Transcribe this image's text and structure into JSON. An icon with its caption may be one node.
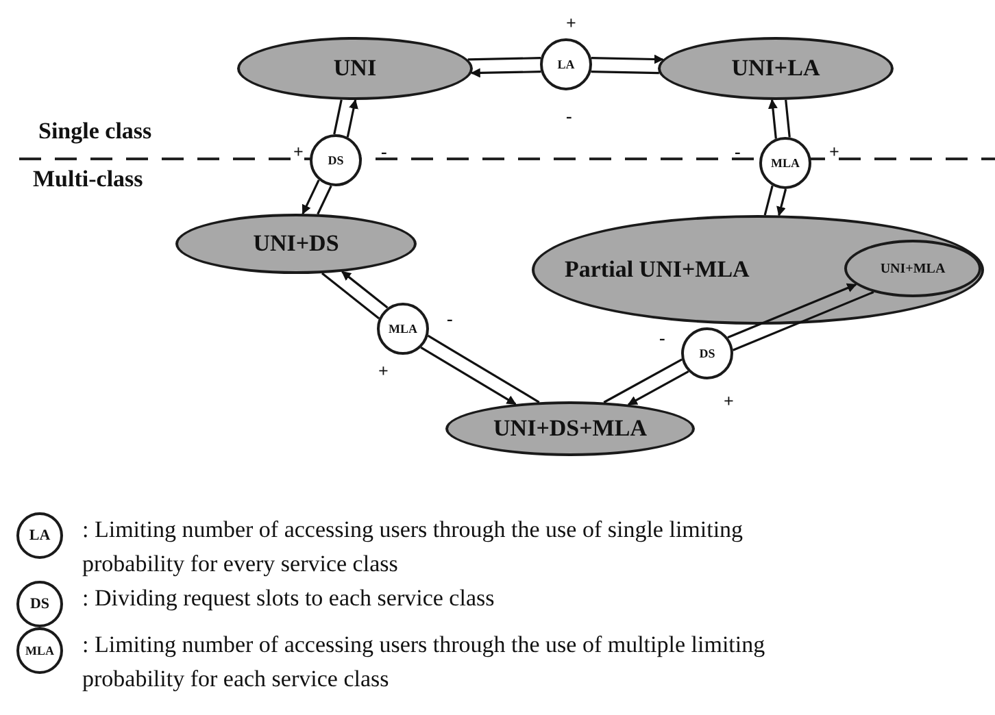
{
  "diagram": {
    "nodes": [
      {
        "text": [
          "UNI"
        ]
      },
      {
        "text": [
          "LA"
        ],
        "beside": [
          "+",
          "-"
        ]
      },
      {
        "text": [
          "UNI+LA"
        ]
      },
      {
        "text": [
          "DS"
        ],
        "beside": [
          "+",
          "-"
        ]
      },
      {
        "text": [
          "MLA"
        ],
        "beside": [
          "-",
          "+"
        ]
      },
      {
        "text": [
          "UNI+DS"
        ]
      },
      {
        "text": [
          "Partial UNI+MLA"
        ]
      },
      {
        "text": [
          "UNI+MLA"
        ],
        "in": 6
      },
      {
        "text": [
          "MLA"
        ],
        "beside": [
          "-",
          "+"
        ]
      },
      {
        "text": [
          "DS"
        ],
        "beside": [
          "-",
          "+"
        ]
      },
      {
        "text": [
          "UNI+DS+MLA"
        ]
      }
    ],
    "edges": [
      {
        "from": 0,
        "to": 1,
        "arrow": "none"
      },
      {
        "from": 1,
        "to": 2,
        "arrow": "to"
      },
      {
        "from": 2,
        "to": 1,
        "arrow": "none"
      },
      {
        "from": 1,
        "to": 0,
        "arrow": "to"
      },
      {
        "from": 0,
        "to": 3,
        "arrow": "none"
      },
      {
        "from": 3,
        "to": 5,
        "arrow": "to"
      },
      {
        "from": 5,
        "to": 3,
        "arrow": "none"
      },
      {
        "from": 3,
        "to": 0,
        "arrow": "to"
      },
      {
        "from": 2,
        "to": 4,
        "arrow": "none"
      },
      {
        "from": 4,
        "to": 6,
        "arrow": "to"
      },
      {
        "from": 6,
        "to": 4,
        "arrow": "none"
      },
      {
        "from": 4,
        "to": 2,
        "arrow": "to"
      },
      {
        "from": 5,
        "to": 8,
        "arrow": "none"
      },
      {
        "from": 8,
        "to": 10,
        "arrow": "to"
      },
      {
        "from": 10,
        "to": 8,
        "arrow": "none"
      },
      {
        "from": 8,
        "to": 5,
        "arrow": "to"
      },
      {
        "from": 10,
        "to": 9,
        "arrow": "none"
      },
      {
        "from": 9,
        "to": 7,
        "arrow": "to"
      },
      {
        "from": 7,
        "to": 9,
        "arrow": "none"
      },
      {
        "from": 9,
        "to": 10,
        "arrow": "to"
      }
    ],
    "labels": [
      "Single class",
      "Multi-class",
      "LA",
      "DS",
      "MLA"
    ],
    "legend": [
      {
        "text": ": Limiting number of accessing users through the use of single limiting probability for every service class"
      },
      {
        "text": ": Dividing request slots to each service class"
      },
      {
        "text": ": Limiting number of accessing users through the use of multiple limiting probability for each service class"
      }
    ]
  }
}
